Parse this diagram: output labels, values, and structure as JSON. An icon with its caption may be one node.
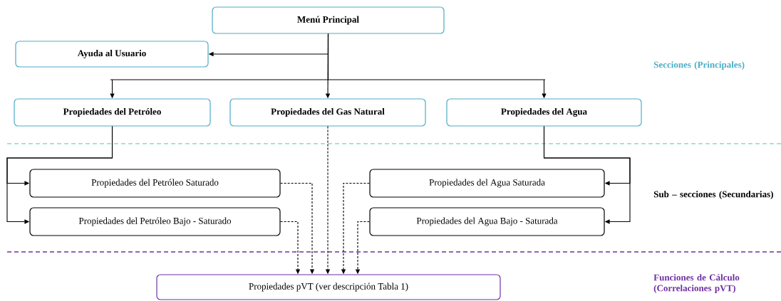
{
  "diagram": {
    "nodes": [
      {
        "text": [
          "Menú Principal"
        ]
      },
      {
        "text": [
          "Ayuda al Usuario"
        ]
      },
      {
        "text": [
          "Propiedades del Petróleo"
        ]
      },
      {
        "text": [
          "Propiedades del Gas Natural"
        ]
      },
      {
        "text": [
          "Propiedades del Agua"
        ]
      },
      {
        "text": [
          "Propiedades del Petróleo Saturado"
        ]
      },
      {
        "text": [
          "Propiedades del Petróleo Bajo - Saturado"
        ]
      },
      {
        "text": [
          "Propiedades del Agua Saturada"
        ]
      },
      {
        "text": [
          "Propiedades del Agua Bajo - Saturada"
        ]
      },
      {
        "text": [
          "Propiedades pVT (ver descripción Tabla 1)"
        ]
      }
    ],
    "edges": [
      {
        "from": 0,
        "to": 1,
        "arrow": "to"
      },
      {
        "from": 0,
        "to": 2,
        "arrow": "to"
      },
      {
        "from": 0,
        "to": 3,
        "arrow": "to"
      },
      {
        "from": 0,
        "to": 4,
        "arrow": "to"
      },
      {
        "from": 2,
        "to": 5,
        "arrow": "to"
      },
      {
        "from": 2,
        "to": 6,
        "arrow": "to"
      },
      {
        "from": 4,
        "to": 7,
        "arrow": "to"
      },
      {
        "from": 4,
        "to": 8,
        "arrow": "to"
      },
      {
        "from": 6,
        "to": 9,
        "arrow": "to",
        "style": "dashed"
      },
      {
        "from": 5,
        "to": 9,
        "arrow": "to",
        "style": "dashed"
      },
      {
        "from": 3,
        "to": 9,
        "arrow": "to",
        "style": "dashed"
      },
      {
        "from": 7,
        "to": 9,
        "arrow": "to",
        "style": "dashed"
      },
      {
        "from": 8,
        "to": 9,
        "arrow": "to",
        "style": "dashed"
      }
    ],
    "labels": [
      "Secciones (Principales)",
      "Sub – secciones (Secundarias)",
      "Funciones de Cálculo (Correlaciones pVT)"
    ]
  }
}
